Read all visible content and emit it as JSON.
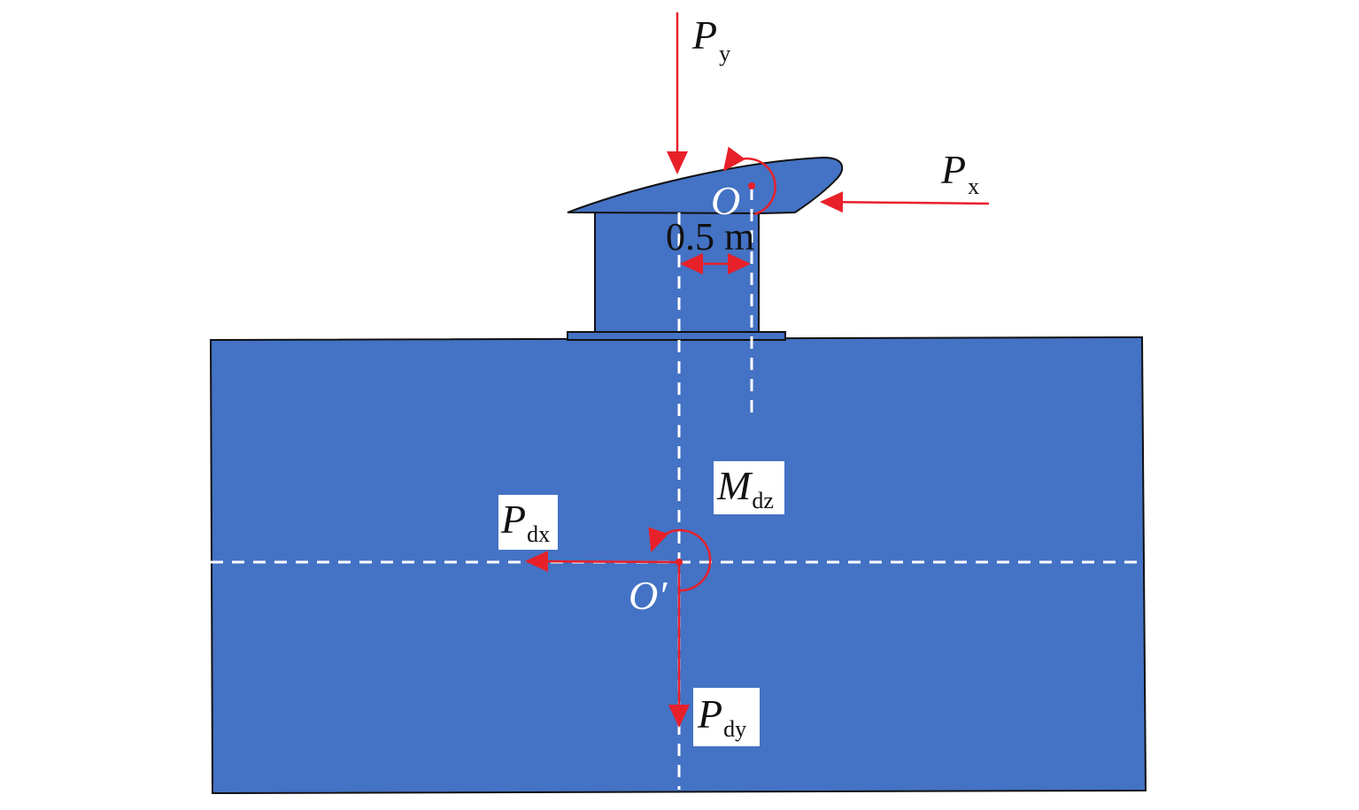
{
  "colors": {
    "body": "#4472c4",
    "force": "#e8202a",
    "outline": "#111111",
    "axis": "#ffffff"
  },
  "labels": {
    "py": {
      "main": "P",
      "sub": "y"
    },
    "px": {
      "main": "P",
      "sub": "x"
    },
    "o": {
      "main": "O"
    },
    "distance": "0.5 m",
    "mdz": {
      "main": "M",
      "sub": "dz"
    },
    "pdx": {
      "main": "P",
      "sub": "dx"
    },
    "pdy": {
      "main": "P",
      "sub": "dy"
    },
    "o_prime": {
      "main": "O′"
    }
  }
}
